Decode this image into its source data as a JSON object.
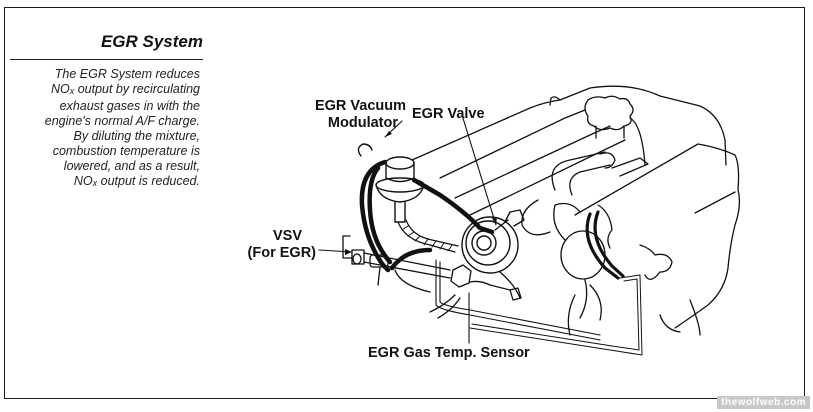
{
  "sidebar": {
    "title": "EGR System",
    "body_lines": [
      {
        "text": "The EGR System reduces"
      },
      {
        "text": "NO",
        "sub": "x",
        "after": " output by recirculating"
      },
      {
        "text": "exhaust gases in with the"
      },
      {
        "text": "engine's normal A/F charge."
      },
      {
        "text": "By diluting the mixture,"
      },
      {
        "text": "combustion temperature is"
      },
      {
        "text": "lowered, and as a result,"
      },
      {
        "text": "NO",
        "sub": "x",
        "after": " output is reduced."
      }
    ]
  },
  "labels": {
    "vacuum_modulator_line1": "EGR Vacuum",
    "vacuum_modulator_line2": "Modulator",
    "egr_valve": "EGR Valve",
    "vsv_line1": "VSV",
    "vsv_line2": "(For EGR)",
    "gas_temp_sensor": "EGR Gas Temp. Sensor"
  },
  "watermark": "thewolfweb.com",
  "colors": {
    "ink": "#111111",
    "background": "#ffffff",
    "watermark_bg": "#c8c8c8"
  }
}
